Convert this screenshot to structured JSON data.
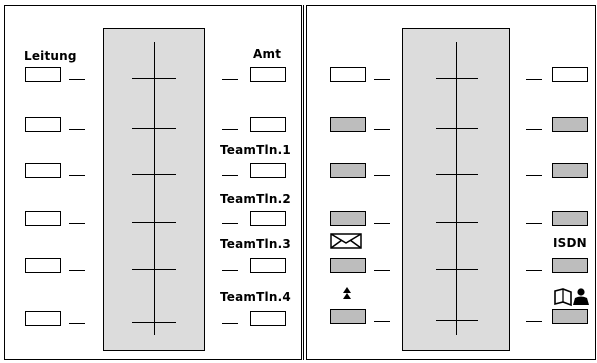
{
  "left_panel": {
    "label_leitung": "Leitung",
    "label_amt": "Amt",
    "label_team1": "TeamTln.1",
    "label_team2": "TeamTln.2",
    "label_team3": "TeamTln.3",
    "label_team4": "TeamTln.4"
  },
  "right_panel": {
    "label_isdn": "ISDN",
    "icons": [
      "mail-envelope-icon",
      "priority-arrows-icon",
      "phonebook-icon"
    ]
  },
  "colors": {
    "key_white": "#ffffff",
    "key_gray": "#bdbdbd",
    "strip": "#dcdcdc"
  }
}
